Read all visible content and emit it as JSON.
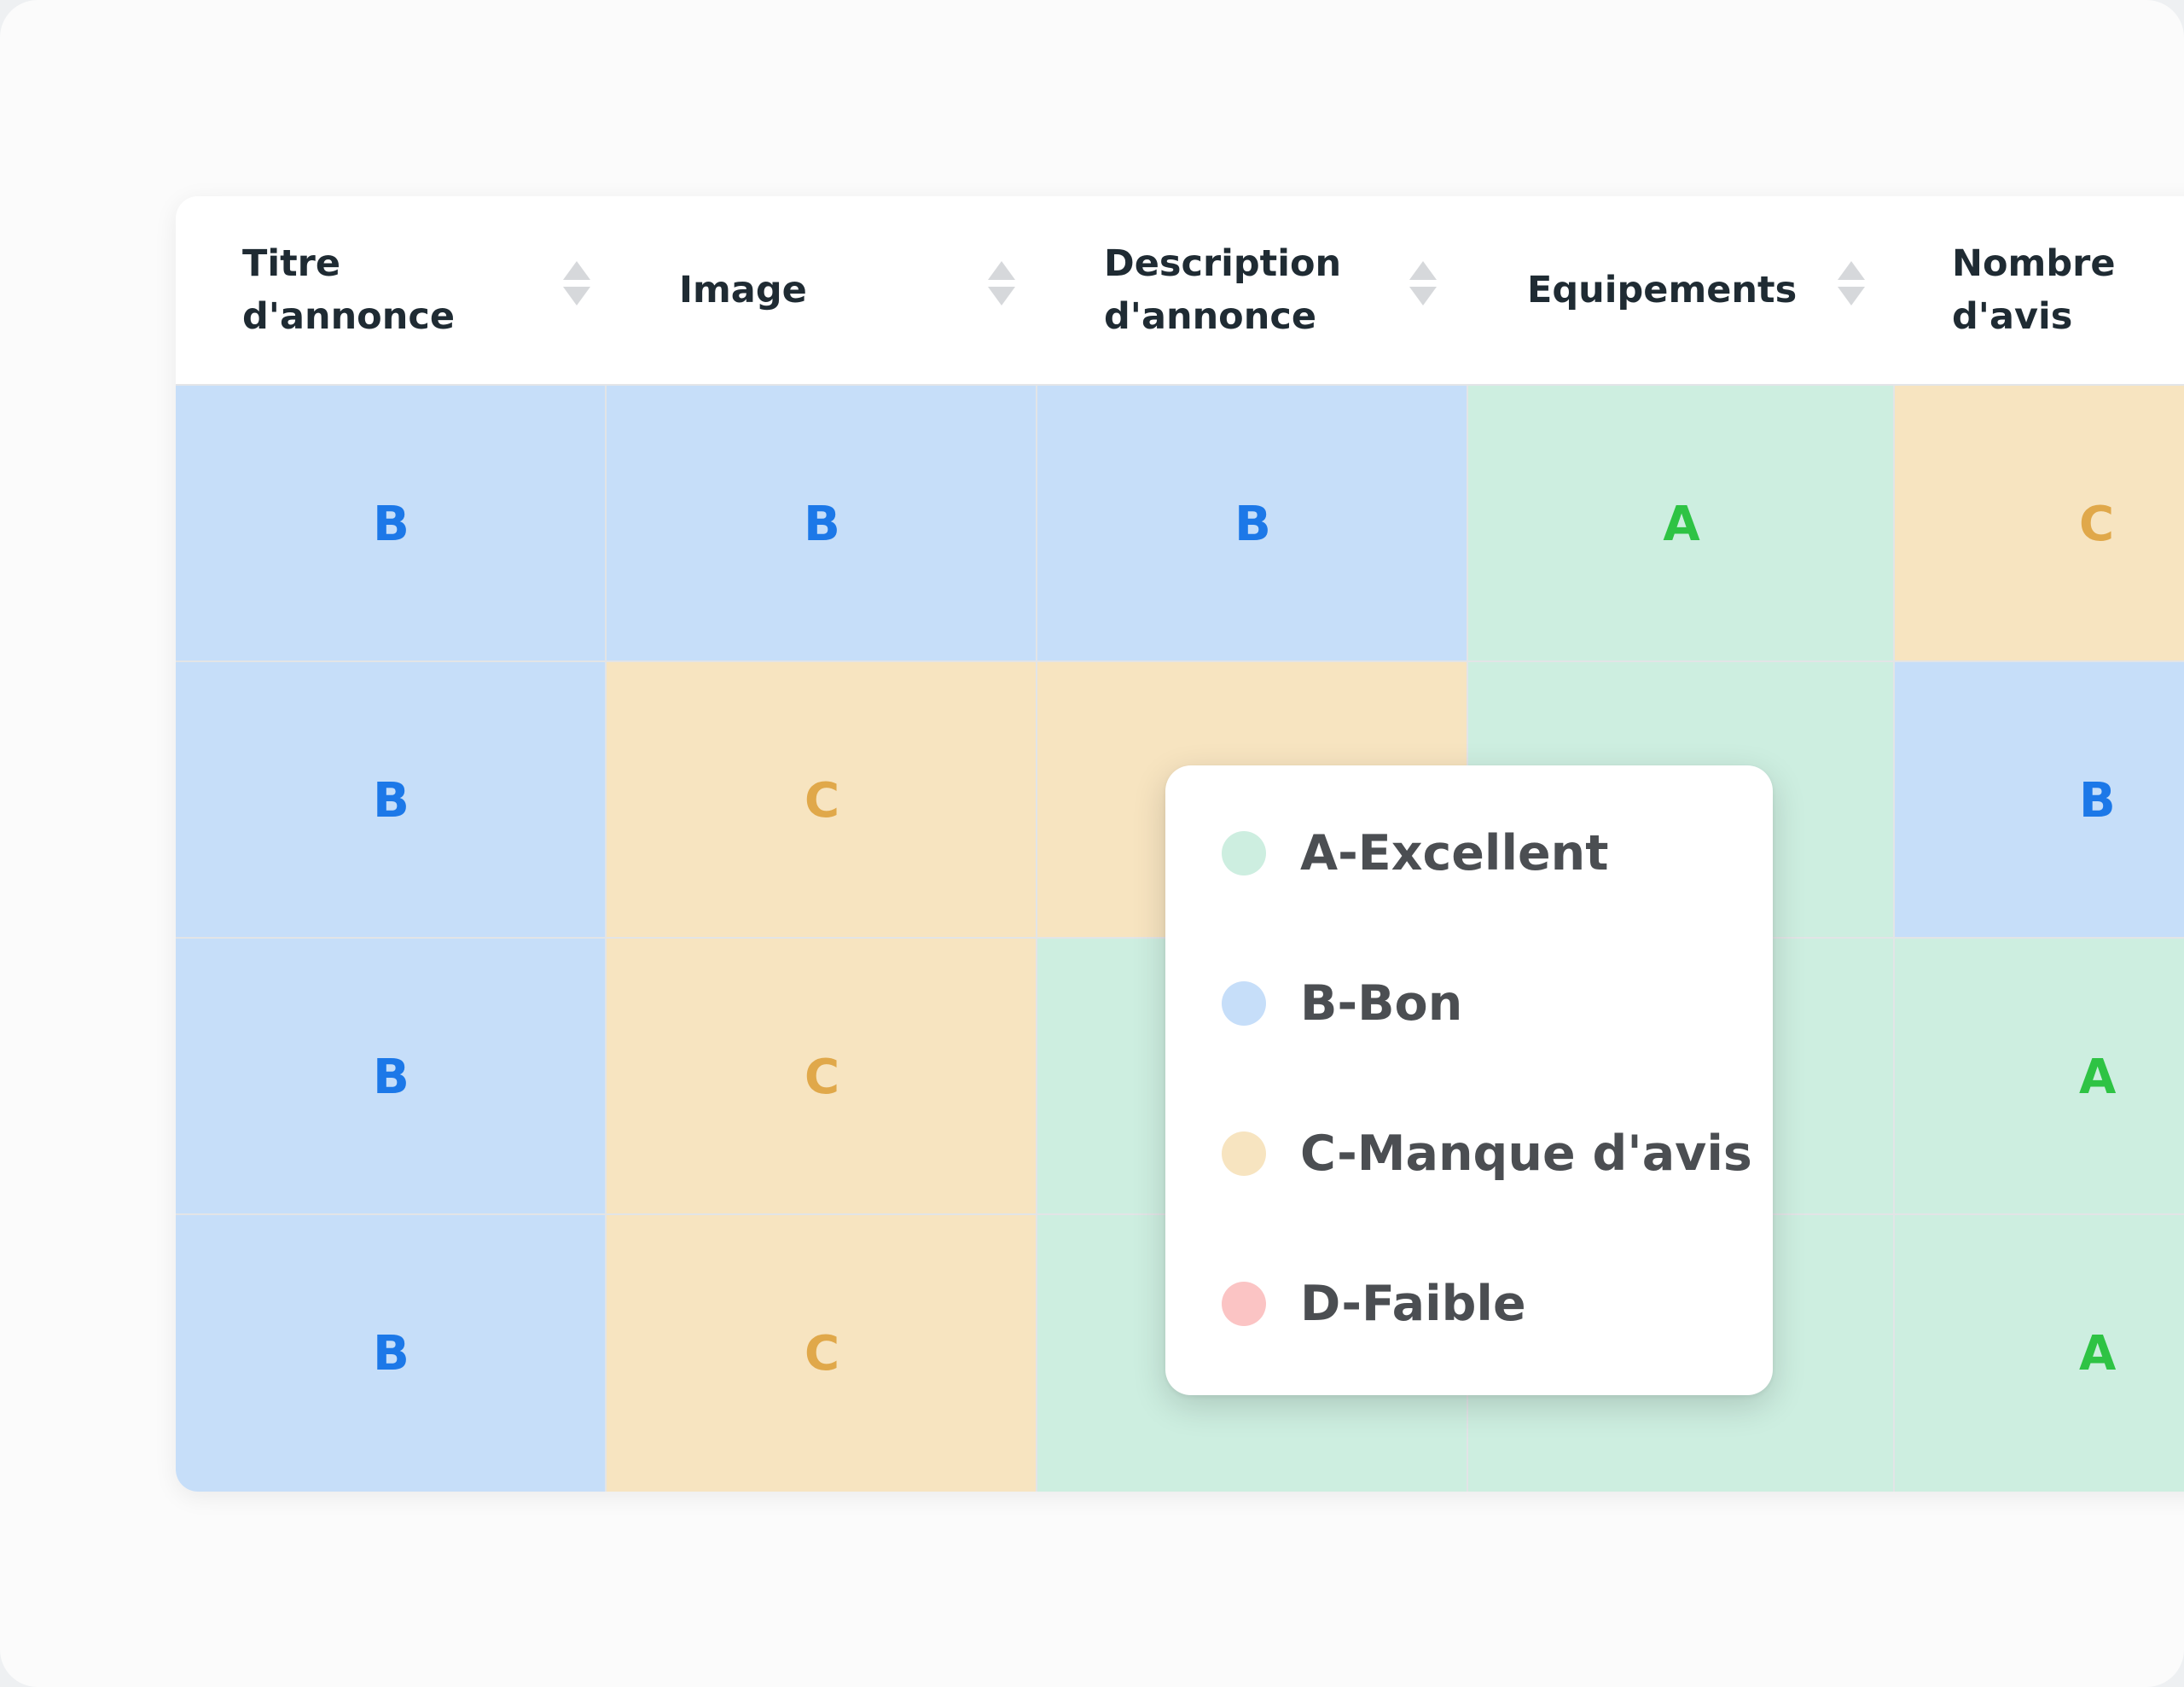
{
  "table": {
    "columns": [
      {
        "label": "Titre\nd'annonce",
        "sortable": true
      },
      {
        "label": "Image",
        "sortable": true
      },
      {
        "label": "Description\nd'annonce",
        "sortable": true
      },
      {
        "label": "Equipements",
        "sortable": true
      },
      {
        "label": "Nombre\nd'avis",
        "sortable": false
      }
    ],
    "rows": [
      [
        "B",
        "B",
        "B",
        "A",
        "C"
      ],
      [
        "B",
        "C",
        "C",
        "A",
        "B"
      ],
      [
        "B",
        "C",
        "A",
        "A",
        "A"
      ],
      [
        "B",
        "C",
        "A",
        "A",
        "A"
      ]
    ]
  },
  "legend": {
    "items": [
      {
        "label": "A-Excellent",
        "color": "#cdeee0"
      },
      {
        "label": "B-Bon",
        "color": "#c6def9"
      },
      {
        "label": "C-Manque d'avis",
        "color": "#f7e4c0"
      },
      {
        "label": "D-Faible",
        "color": "#fbc4c4"
      }
    ]
  },
  "icons": {
    "sort": "sort-arrows-icon"
  }
}
